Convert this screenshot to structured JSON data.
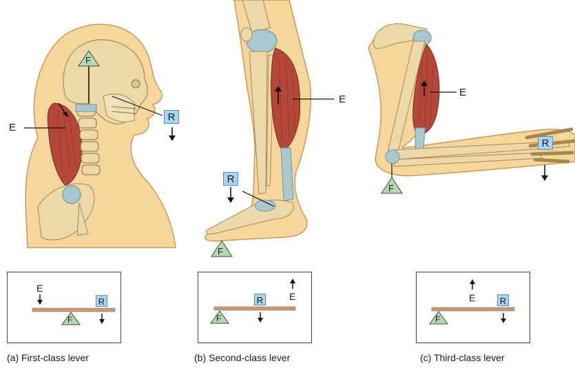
{
  "labels": {
    "effort": "E",
    "resistance": "R",
    "fulcrum": "F"
  },
  "captions": {
    "first": "(a) First-class lever",
    "second": "(b) Second-class lever",
    "third": "(c) Third-class lever"
  },
  "colors": {
    "skin": "#f6d69a",
    "bone": "#ecd9a9",
    "muscle": "#b5473a",
    "tendon": "#a8c9cf",
    "fulcrum_green": "#b3d9b0",
    "resistance_blue": "#a9d4ef",
    "lever_bar": "#c99a78"
  }
}
